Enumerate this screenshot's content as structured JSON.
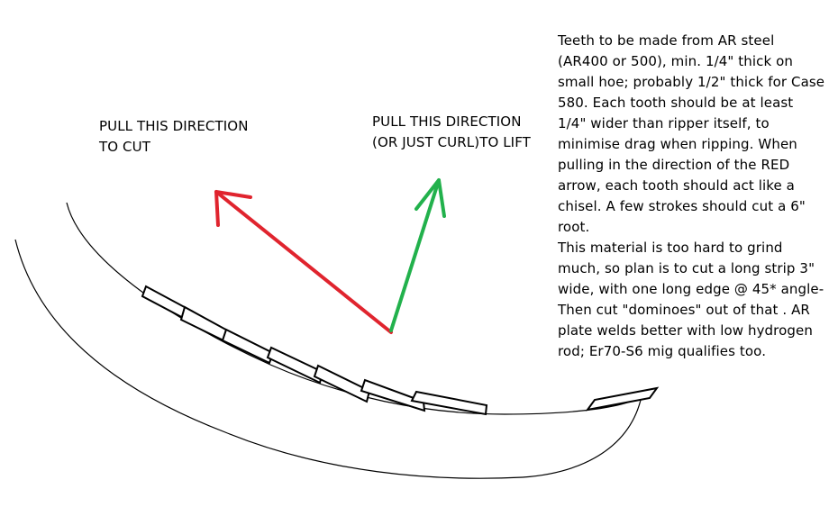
{
  "labels": {
    "cut": [
      "PULL THIS DIRECTION",
      "TO CUT"
    ],
    "lift": [
      "PULL THIS DIRECTION",
      "(OR JUST CURL)TO LIFT"
    ]
  },
  "notes": [
    "Teeth to be made from AR steel",
    "(AR400 or 500), min. 1/4\" thick on",
    "small hoe; probably 1/2\" thick for Case",
    "580. Each tooth should be at least",
    "1/4\" wider than ripper itself, to",
    "minimise drag when ripping. When",
    "pulling in the direction of the RED",
    "arrow, each tooth should act like a",
    "chisel. A few strokes should cut a 6\"",
    "root.",
    "This material is too hard to grind",
    "much, so plan is to cut a long strip 3\"",
    "wide, with one long edge @ 45* angle-",
    "Then cut \"dominoes\" out of that . AR",
    "plate welds better with low hydrogen",
    "rod; Er70-S6 mig qualifies too."
  ],
  "colors": {
    "cut_arrow": "#e0242e",
    "lift_arrow": "#22b14c",
    "ink": "#000000"
  }
}
